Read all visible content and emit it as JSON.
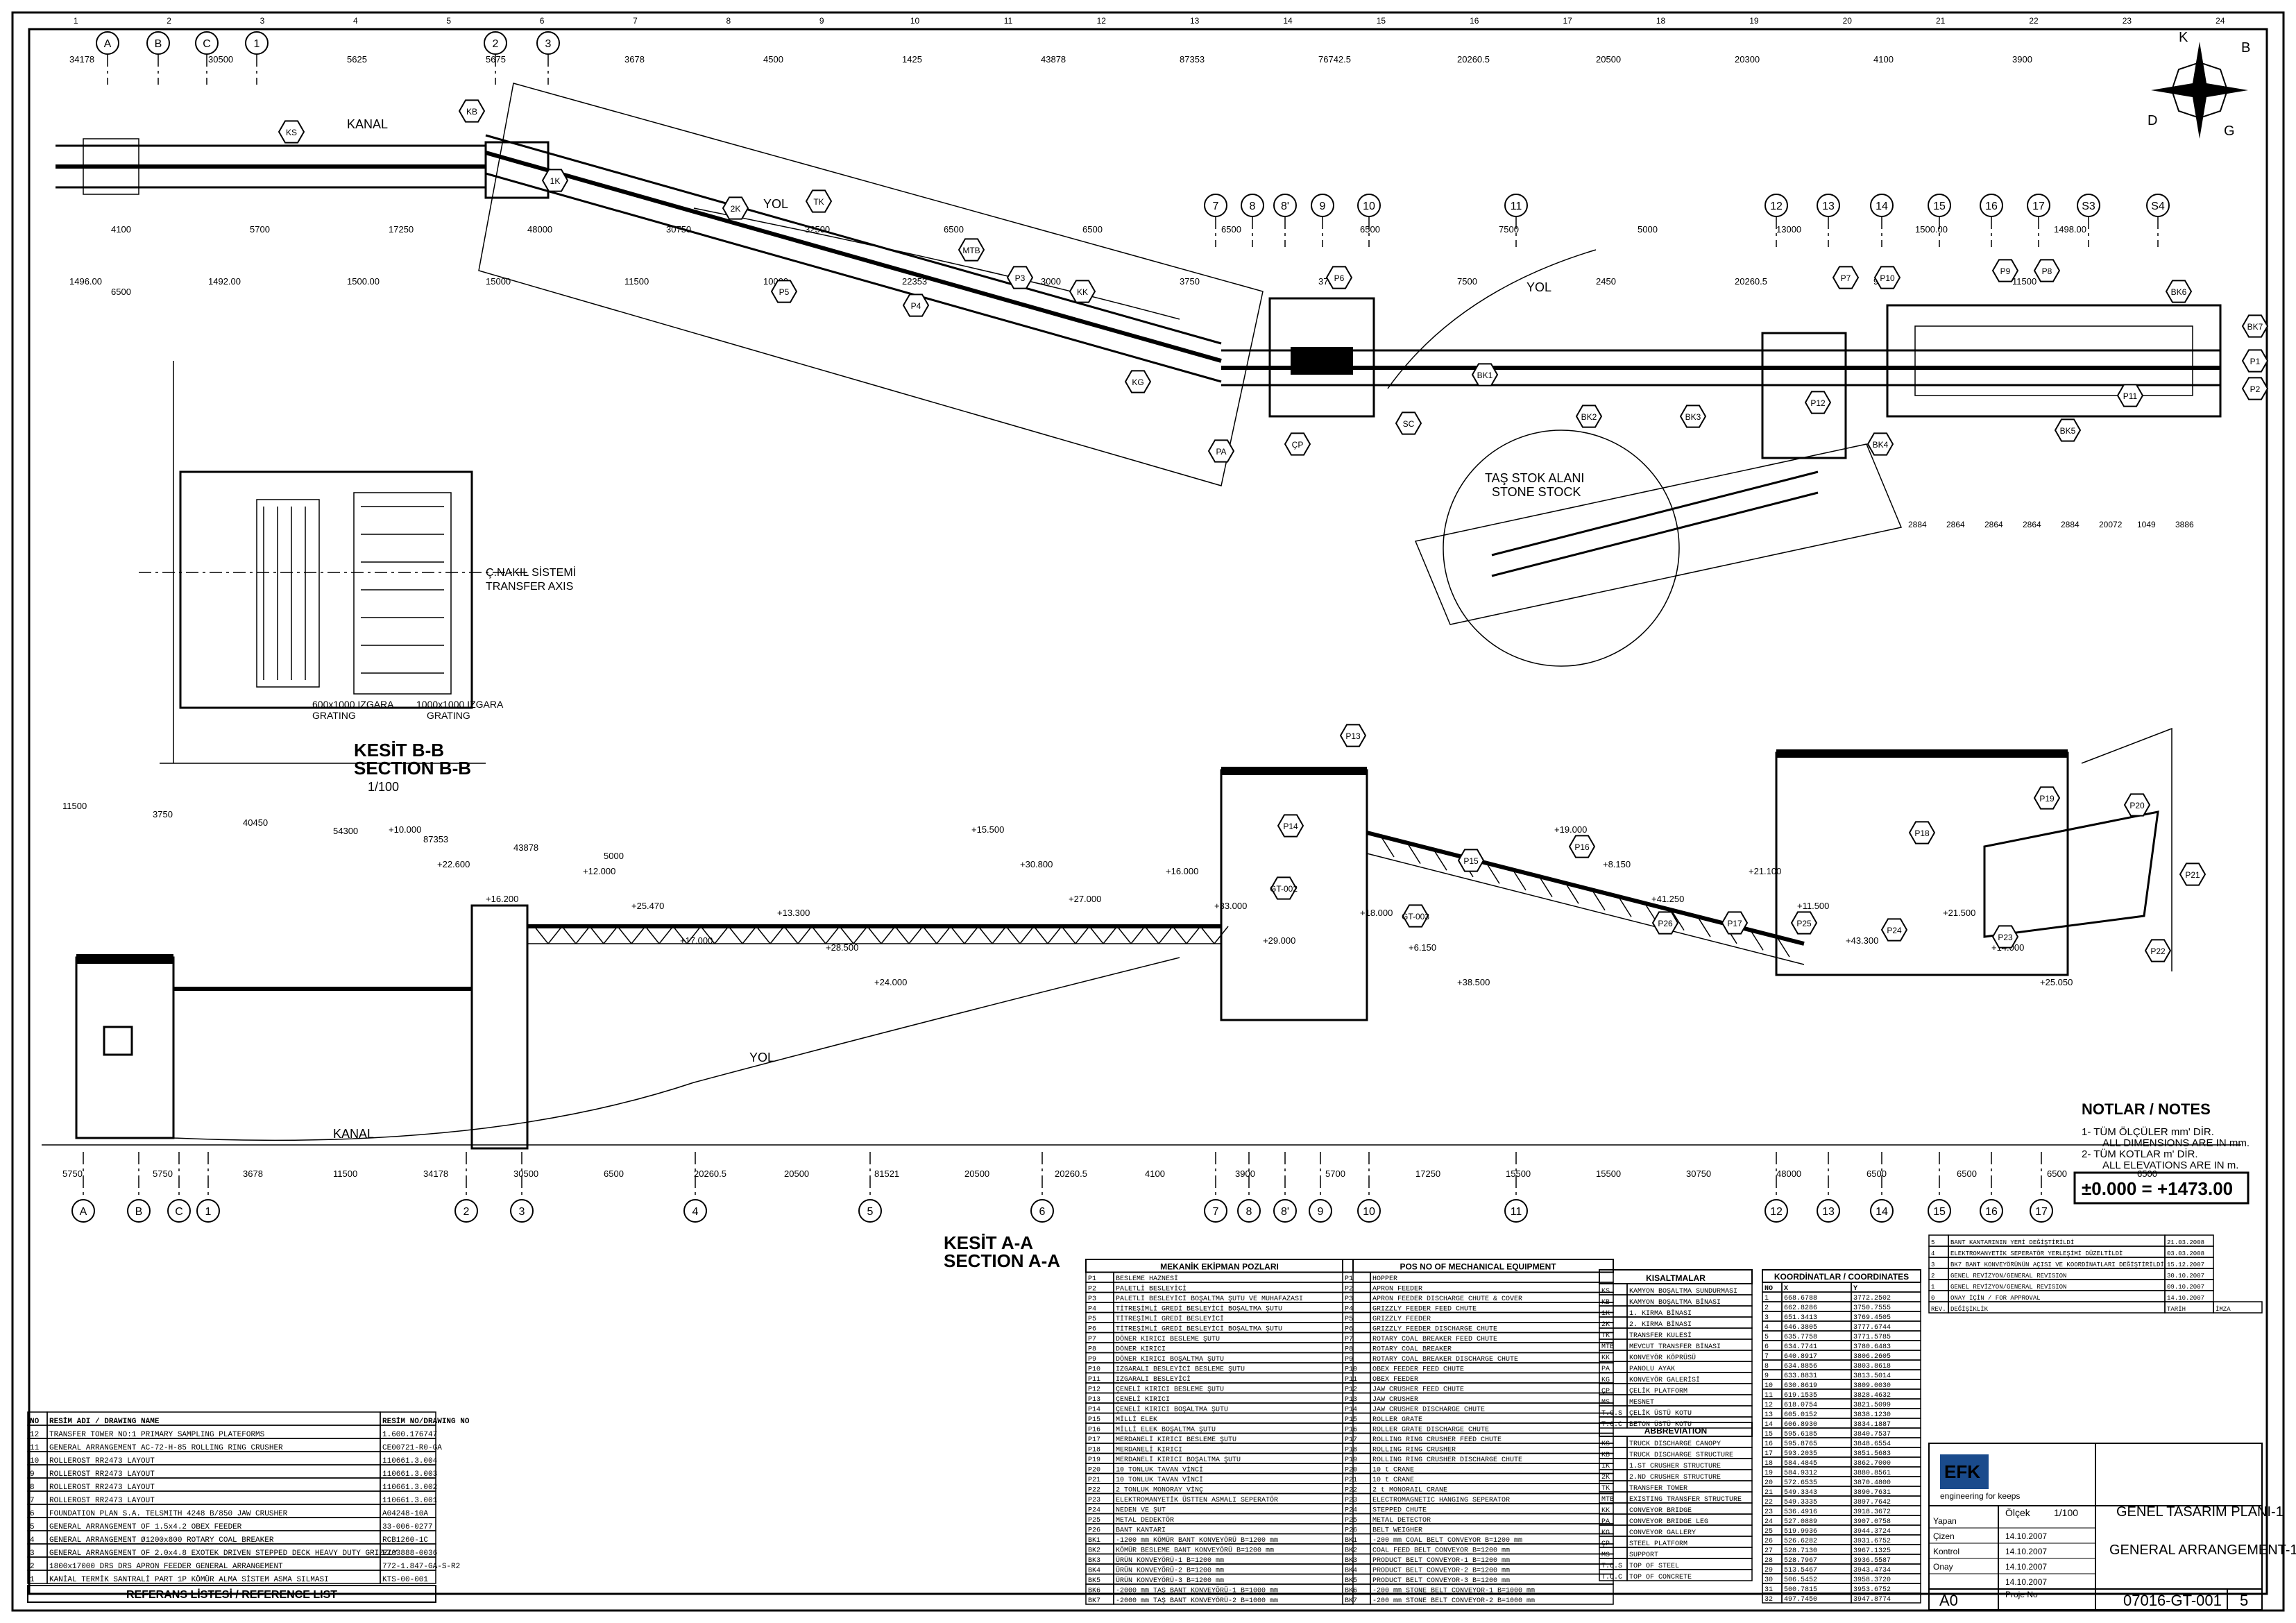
{
  "drawing": {
    "sheet_code": "07016-GT-001",
    "sheet_rev": "5",
    "paper": "A0",
    "title_tr": "GENEL TASARIM PLANI-1",
    "title_en": "GENERAL ARRANGEMENT-1",
    "company": "EFK",
    "company_tag": "engineering for keeps",
    "north_letters": [
      "K",
      "B",
      "D",
      "G"
    ]
  },
  "views": {
    "plan_axes_top": [
      "A",
      "B",
      "C",
      "1",
      "2",
      "3",
      "7",
      "8",
      "8'",
      "9",
      "10",
      "11",
      "12",
      "13",
      "14",
      "15",
      "16",
      "17",
      "S3",
      "S4"
    ],
    "section_axes_bottom": [
      "A",
      "B",
      "C",
      "1",
      "2",
      "3",
      "4",
      "5",
      "6",
      "7",
      "8",
      "8'",
      "9",
      "10",
      "11",
      "12",
      "13",
      "14",
      "15",
      "16",
      "17"
    ],
    "section_bb_title": "KESİT B-B",
    "section_bb_title_en": "SECTION B-B",
    "section_bb_scale": "1/100",
    "section_aa_title": "KESİT A-A",
    "section_aa_title_en": "SECTION A-A",
    "labels": {
      "kanal": "KANAL",
      "yol": "YOL",
      "stock": "TAŞ STOK ALANI",
      "stock_en": "STONE STOCK",
      "grating1": "600x1000 IZGARA",
      "grating1_en": "GRATING",
      "grating2": "1000x1000 IZGARA",
      "grating2_en": "GRATING",
      "transfer": "Ç.NAKIL SİSTEMİ",
      "transfer_en": "TRANSFER AXIS"
    },
    "plan_dims": [
      "34178",
      "30500",
      "5625",
      "5675",
      "3678",
      "4500",
      "1425",
      "43878",
      "87353",
      "76742.5",
      "20260.5",
      "20500",
      "20300",
      "4100",
      "3900",
      "4100",
      "5700",
      "17250",
      "48000",
      "30750",
      "32500",
      "6500",
      "6500",
      "6500",
      "6500",
      "7500",
      "5000",
      "13000",
      "1500.00",
      "1498.00",
      "1496.00",
      "1492.00",
      "1500.00",
      "15000",
      "11500",
      "10000",
      "22353",
      "3000",
      "3750",
      "3750",
      "7500",
      "2450",
      "20260.5",
      "9000",
      "11500",
      "6500"
    ],
    "plan_small_dims": [
      "2884",
      "2864",
      "2864",
      "2864",
      "2884",
      "20072",
      "1049",
      "3886"
    ],
    "section_dims": [
      "5750",
      "5750",
      "3678",
      "11500",
      "34178",
      "30500",
      "6500",
      "20260.5",
      "20500",
      "81521",
      "20500",
      "20260.5",
      "4100",
      "3900",
      "5700",
      "17250",
      "15500",
      "15500",
      "30750",
      "48000",
      "6500",
      "6500",
      "6500",
      "6500",
      "11500",
      "3750",
      "40450",
      "54300",
      "87353",
      "43878",
      "5000"
    ],
    "elevations": [
      "+10.000",
      "+12.000",
      "+13.300",
      "+15.500",
      "+16.000",
      "+18.000",
      "+19.000",
      "+21.100",
      "+21.500",
      "+22.600",
      "+25.470",
      "+28.500",
      "+30.800",
      "+33.000",
      "+6.150",
      "+8.150",
      "+11.500",
      "+14.000",
      "+16.200",
      "+17.000",
      "+24.000",
      "+27.000",
      "+29.000",
      "+38.500",
      "+41.250",
      "+43.300",
      "+25.050"
    ]
  },
  "notes": {
    "title": "NOTLAR / NOTES",
    "lines": [
      "1- TÜM ÖLÇÜLER mm' DİR.",
      "ALL DIMENSIONS ARE IN mm.",
      "2- TÜM KOTLAR m' DİR.",
      "ALL ELEVATIONS ARE IN m."
    ],
    "zero": "±0.000 = +1473.00"
  },
  "mech_table": {
    "title": "MEKANİK EKİPMAN POZLARI",
    "rows": [
      [
        "P1",
        "BESLEME HAZNESİ"
      ],
      [
        "P2",
        "PALETLİ BESLEYİCİ"
      ],
      [
        "P3",
        "PALETLİ BESLEYİCİ BOŞALTMA ŞUTU VE MUHAFAZASI"
      ],
      [
        "P4",
        "TİTREŞİMLİ GREDİ BESLEYİCİ BOŞALTMA ŞUTU"
      ],
      [
        "P5",
        "TİTREŞİMLİ GREDİ BESLEYİCİ"
      ],
      [
        "P6",
        "TİTREŞİMLİ GREDİ BESLEYİCİ BOŞALTMA ŞUTU"
      ],
      [
        "P7",
        "DÖNER KIRICI BESLEME ŞUTU"
      ],
      [
        "P8",
        "DÖNER KIRICI"
      ],
      [
        "P9",
        "DÖNER KIRICI BOŞALTMA ŞUTU"
      ],
      [
        "P10",
        "IZGARALI BESLEYİCİ BESLEME ŞUTU"
      ],
      [
        "P11",
        "IZGARALI BESLEYİCİ"
      ],
      [
        "P12",
        "ÇENELİ KIRICI BESLEME ŞUTU"
      ],
      [
        "P13",
        "ÇENELİ KIRICI"
      ],
      [
        "P14",
        "ÇENELİ KIRICI BOŞALTMA ŞUTU"
      ],
      [
        "P15",
        "MİLLİ ELEK"
      ],
      [
        "P16",
        "MİLLİ ELEK BOŞALTMA ŞUTU"
      ],
      [
        "P17",
        "MERDANELİ KIRICI BESLEME ŞUTU"
      ],
      [
        "P18",
        "MERDANELİ KIRICI"
      ],
      [
        "P19",
        "MERDANELİ KIRICI BOŞALTMA ŞUTU"
      ],
      [
        "P20",
        "10 TONLUK TAVAN VİNCİ"
      ],
      [
        "P21",
        "10 TONLUK TAVAN VİNCİ"
      ],
      [
        "P22",
        "2 TONLUK MONORAY VİNÇ"
      ],
      [
        "P23",
        "ELEKTROMANYETİK ÜSTTEN ASMALI SEPERATÖR"
      ],
      [
        "P24",
        "NEDEN VE ŞUT"
      ],
      [
        "P25",
        "METAL DEDEKTÖR"
      ],
      [
        "P26",
        "BANT KANTARI"
      ],
      [
        "BK1",
        "-1200 mm KÖMÜR BANT KONVEYÖRÜ B=1200 mm"
      ],
      [
        "BK2",
        "KÖMÜR BESLEME BANT KONVEYÖRÜ B=1200 mm"
      ],
      [
        "BK3",
        "ÜRÜN KONVEYÖRÜ-1 B=1200 mm"
      ],
      [
        "BK4",
        "ÜRÜN KONVEYÖRÜ-2 B=1200 mm"
      ],
      [
        "BK5",
        "ÜRÜN KONVEYÖRÜ-3 B=1200 mm"
      ],
      [
        "BK6",
        "-2000 mm TAŞ BANT KONVEYÖRÜ-1 B=1000 mm"
      ],
      [
        "BK7",
        "-2000 mm TAŞ BANT KONVEYÖRÜ-2 B=1000 mm"
      ]
    ]
  },
  "pos_table": {
    "title": "POS NO OF MECHANICAL EQUIPMENT",
    "rows": [
      [
        "P1",
        "HOPPER"
      ],
      [
        "P2",
        "APRON FEEDER"
      ],
      [
        "P3",
        "APRON FEEDER DISCHARGE CHUTE & COVER"
      ],
      [
        "P4",
        "GRIZZLY FEEDER FEED CHUTE"
      ],
      [
        "P5",
        "GRIZZLY FEEDER"
      ],
      [
        "P6",
        "GRIZZLY FEEDER DISCHARGE CHUTE"
      ],
      [
        "P7",
        "ROTARY COAL BREAKER FEED CHUTE"
      ],
      [
        "P8",
        "ROTARY COAL BREAKER"
      ],
      [
        "P9",
        "ROTARY COAL BREAKER DISCHARGE CHUTE"
      ],
      [
        "P10",
        "OBEX FEEDER FEED CHUTE"
      ],
      [
        "P11",
        "OBEX FEEDER"
      ],
      [
        "P12",
        "JAW CRUSHER FEED CHUTE"
      ],
      [
        "P13",
        "JAW CRUSHER"
      ],
      [
        "P14",
        "JAW CRUSHER DISCHARGE CHUTE"
      ],
      [
        "P15",
        "ROLLER GRATE"
      ],
      [
        "P16",
        "ROLLER GRATE DISCHARGE CHUTE"
      ],
      [
        "P17",
        "ROLLING RING CRUSHER FEED CHUTE"
      ],
      [
        "P18",
        "ROLLING RING CRUSHER"
      ],
      [
        "P19",
        "ROLLING RING CRUSHER DISCHARGE CHUTE"
      ],
      [
        "P20",
        "10 t CRANE"
      ],
      [
        "P21",
        "10 t CRANE"
      ],
      [
        "P22",
        "2 t MONORAIL CRANE"
      ],
      [
        "P23",
        "ELECTROMAGNETIC HANGING SEPERATOR"
      ],
      [
        "P24",
        "STEPPED CHUTE"
      ],
      [
        "P25",
        "METAL DETECTOR"
      ],
      [
        "P26",
        "BELT WEIGHER"
      ],
      [
        "BK1",
        "-200 mm COAL BELT CONVEYOR B=1200 mm"
      ],
      [
        "BK2",
        "COAL FEED BELT CONVEYOR B=1200 mm"
      ],
      [
        "BK3",
        "PRODUCT BELT CONVEYOR-1 B=1200 mm"
      ],
      [
        "BK4",
        "PRODUCT BELT CONVEYOR-2 B=1200 mm"
      ],
      [
        "BK5",
        "PRODUCT BELT CONVEYOR-3 B=1200 mm"
      ],
      [
        "BK6",
        "-200 mm STONE BELT CONVEYOR-1 B=1000 mm"
      ],
      [
        "BK7",
        "-200 mm STONE BELT CONVEYOR-2 B=1000 mm"
      ]
    ]
  },
  "abbr_tr": {
    "title": "KISALTMALAR",
    "rows": [
      [
        "KS",
        "KAMYON BOŞALTMA SUNDURMASI"
      ],
      [
        "KB",
        "KAMYON BOŞALTMA BİNASI"
      ],
      [
        "1K",
        "1. KIRMA BİNASI"
      ],
      [
        "2K",
        "2. KIRMA BİNASI"
      ],
      [
        "TK",
        "TRANSFER KULESİ"
      ],
      [
        "MTB",
        "MEVCUT TRANSFER BİNASI"
      ],
      [
        "KK",
        "KONVEYÖR KÖPRÜSÜ"
      ],
      [
        "PA",
        "PANOLU AYAK"
      ],
      [
        "KG",
        "KONVEYÖR GALERİSİ"
      ],
      [
        "ÇP",
        "ÇELİK PLATFORM"
      ],
      [
        "MS",
        "MESNET"
      ],
      [
        "T.O.S",
        "ÇELİK ÜSTÜ KOTU"
      ],
      [
        "T.O.C",
        "BETON ÜSTÜ KOTU"
      ]
    ]
  },
  "abbr_en": {
    "title": "ABBREVIATION",
    "rows": [
      [
        "KS",
        "TRUCK DISCHARGE CANOPY"
      ],
      [
        "KB",
        "TRUCK DISCHARGE STRUCTURE"
      ],
      [
        "1K",
        "1.ST CRUSHER STRUCTURE"
      ],
      [
        "2K",
        "2.ND CRUSHER STRUCTURE"
      ],
      [
        "TK",
        "TRANSFER TOWER"
      ],
      [
        "MTB",
        "EXISTING TRANSFER STRUCTURE"
      ],
      [
        "KK",
        "CONVEYOR BRIDGE"
      ],
      [
        "PA",
        "CONVEYOR BRIDGE LEG"
      ],
      [
        "KG",
        "CONVEYOR GALLERY"
      ],
      [
        "ÇP",
        "STEEL PLATFORM"
      ],
      [
        "MS",
        "SUPPORT"
      ],
      [
        "T.O.S",
        "TOP OF STEEL"
      ],
      [
        "T.O.C",
        "TOP OF CONCRETE"
      ]
    ]
  },
  "coords": {
    "title": "KOORDİNATLAR / COORDINATES",
    "header": [
      "NO",
      "X",
      "Y"
    ],
    "rows": [
      [
        "1",
        "668.6788",
        "3772.2502"
      ],
      [
        "2",
        "662.8286",
        "3750.7555"
      ],
      [
        "3",
        "651.3413",
        "3769.4505"
      ],
      [
        "4",
        "646.3805",
        "3777.6744"
      ],
      [
        "5",
        "635.7758",
        "3771.5785"
      ],
      [
        "6",
        "634.7741",
        "3780.6483"
      ],
      [
        "7",
        "640.8917",
        "3806.2605"
      ],
      [
        "8",
        "634.8856",
        "3803.8618"
      ],
      [
        "9",
        "633.8831",
        "3813.5014"
      ],
      [
        "10",
        "630.8619",
        "3809.0030"
      ],
      [
        "11",
        "619.1535",
        "3828.4632"
      ],
      [
        "12",
        "618.0754",
        "3821.5099"
      ],
      [
        "13",
        "605.0152",
        "3838.1230"
      ],
      [
        "14",
        "606.8930",
        "3834.1887"
      ],
      [
        "15",
        "595.6185",
        "3840.7537"
      ],
      [
        "16",
        "595.8765",
        "3848.6554"
      ],
      [
        "17",
        "593.2035",
        "3851.5683"
      ],
      [
        "18",
        "584.4845",
        "3862.7000"
      ],
      [
        "19",
        "584.9312",
        "3880.8561"
      ],
      [
        "20",
        "572.6535",
        "3870.4800"
      ],
      [
        "21",
        "549.3343",
        "3890.7631"
      ],
      [
        "22",
        "549.3335",
        "3897.7642"
      ],
      [
        "23",
        "536.4916",
        "3918.3672"
      ],
      [
        "24",
        "527.0889",
        "3907.0758"
      ],
      [
        "25",
        "519.9936",
        "3944.3724"
      ],
      [
        "26",
        "526.6282",
        "3931.6752"
      ],
      [
        "27",
        "528.7130",
        "3967.1325"
      ],
      [
        "28",
        "528.7967",
        "3936.5587"
      ],
      [
        "29",
        "513.5467",
        "3943.4734"
      ],
      [
        "30",
        "506.5452",
        "3958.3720"
      ],
      [
        "31",
        "500.7815",
        "3953.6752"
      ],
      [
        "32",
        "497.7450",
        "3947.8774"
      ]
    ]
  },
  "revisions": {
    "rows": [
      [
        "5",
        "BANT KANTARININ YERİ DEĞİŞTİRİLDİ",
        "21.03.2008"
      ],
      [
        "4",
        "ELEKTROMANYETİK SEPERATÖR YERLEŞİMİ DÜZELTİLDİ",
        "03.03.2008"
      ],
      [
        "3",
        "BK7 BANT KONVEYÖRÜNÜN AÇISI VE KOORDİNATLARI DEĞİŞTİRİLDİ",
        "15.12.2007"
      ],
      [
        "2",
        "GENEL REVİZYON/GENERAL REVISION",
        "30.10.2007"
      ],
      [
        "1",
        "GENEL REVİZYON/GENERAL REVISION",
        "09.10.2007"
      ],
      [
        "0",
        "ONAY İÇİN / FOR APPROVAL",
        "14.10.2007"
      ]
    ],
    "header": [
      "REV.",
      "DEĞİŞİKLİK",
      "TARİH",
      "İMZA"
    ]
  },
  "title_block": {
    "rows": [
      "Yapan",
      "Çizen",
      "Kontrol",
      "Onay"
    ],
    "date": "14.10.2007",
    "scale_label": "Ölçek",
    "scale": "1/100",
    "proje_no_label": "Proje No"
  },
  "ref_list": {
    "title": "REFERANS LİSTESİ / REFERENCE LIST",
    "header": [
      "NO",
      "RESİM ADI / DRAWING NAME",
      "RESİM NO/DRAWING NO"
    ],
    "rows": [
      [
        "12",
        "TRANSFER TOWER NO:1 PRIMARY SAMPLING PLATEFORMS",
        "1.600.176747"
      ],
      [
        "11",
        "GENERAL ARRANGEMENT AC-72-H-85 ROLLING RING CRUSHER",
        "CE00721-R0-GA"
      ],
      [
        "10",
        "ROLLEROST RR2473 LAYOUT",
        "110661.3.004"
      ],
      [
        "9",
        "ROLLEROST RR2473 LAYOUT",
        "110661.3.003"
      ],
      [
        "8",
        "ROLLEROST RR2473 LAYOUT",
        "110661.3.002"
      ],
      [
        "7",
        "ROLLEROST RR2473 LAYOUT",
        "110661.3.001"
      ],
      [
        "6",
        "FOUNDATION PLAN S.A. TELSMITH 4248 B/850 JAW CRUSHER",
        "A04248-10A"
      ],
      [
        "5",
        "GENERAL ARRANGEMENT OF 1.5x4.2 OBEX FEEDER",
        "33-006-0277"
      ],
      [
        "4",
        "GENERAL ARRANGEMENT Ø1200x800 ROTARY COAL BREAKER",
        "RCB1260-1C"
      ],
      [
        "3",
        "GENERAL ARRANGEMENT OF 2.0x4.8 EXOTEK DRIVEN STEPPED DECK HEAVY DUTY GRIZZLY",
        "EZ03888-0036"
      ],
      [
        "2",
        "1800x17000 DRS DRS APRON FEEDER GENERAL ARRANGEMENT",
        "772-1.847-GA-S-R2"
      ],
      [
        "1",
        "KANİAL TERMİK SANTRALİ PART 1P KÖMÜR ALMA SİSTEM ASMA SILMASI",
        "KTS-00-001"
      ]
    ]
  },
  "equipment_tags": [
    "KS",
    "KB",
    "1K",
    "2K",
    "TK",
    "MTB",
    "KK",
    "PA",
    "KG",
    "ÇP",
    "SC",
    "BK1",
    "BK2",
    "BK3",
    "BK4",
    "BK5",
    "BK6",
    "BK7",
    "P1",
    "P2",
    "P3",
    "P4",
    "P5",
    "P6",
    "P7",
    "P8",
    "P9",
    "P10",
    "P11",
    "P12",
    "P13",
    "P14",
    "P15",
    "P16",
    "P17",
    "P18",
    "P19",
    "P20",
    "P21",
    "P22",
    "P23",
    "P24",
    "P25",
    "P26",
    "GT-002",
    "GT-003"
  ]
}
